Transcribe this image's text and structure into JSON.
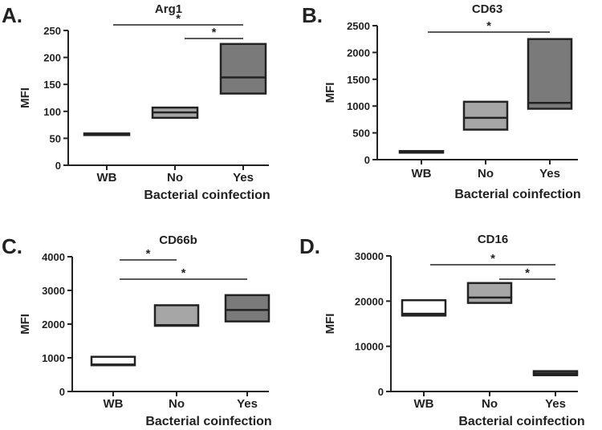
{
  "figure": {
    "panels": [
      {
        "letter": "A."
      },
      {
        "letter": "B."
      },
      {
        "letter": "C."
      },
      {
        "letter": "D."
      }
    ]
  },
  "chart_data": [
    {
      "type": "box",
      "title": "Arg1",
      "ylabel": "MFI",
      "xlabel": "Bacterial coinfection",
      "ylim": [
        0,
        250
      ],
      "yticks": [
        0,
        50,
        100,
        150,
        200,
        250
      ],
      "categories": [
        "WB",
        "No",
        "Yes"
      ],
      "boxes": [
        {
          "category": "WB",
          "q1": 57,
          "median": 58,
          "q3": 59,
          "fill": "#ffffff"
        },
        {
          "category": "No",
          "q1": 88,
          "median": 98,
          "q3": 107,
          "fill": "#a6a6a6"
        },
        {
          "category": "Yes",
          "q1": 133,
          "median": 163,
          "q3": 225,
          "fill": "#7a7a7a"
        }
      ],
      "significance": [
        {
          "from": "WB",
          "to": "Yes",
          "label": "*"
        },
        {
          "from": "No",
          "to": "Yes",
          "label": "*"
        }
      ]
    },
    {
      "type": "box",
      "title": "CD63",
      "ylabel": "MFI",
      "xlabel": "Bacterial coinfection",
      "ylim": [
        0,
        2500
      ],
      "yticks": [
        0,
        500,
        1000,
        1500,
        2000,
        2500
      ],
      "categories": [
        "WB",
        "No",
        "Yes"
      ],
      "boxes": [
        {
          "category": "WB",
          "q1": 140,
          "median": 150,
          "q3": 160,
          "fill": "#ffffff"
        },
        {
          "category": "No",
          "q1": 560,
          "median": 780,
          "q3": 1080,
          "fill": "#a6a6a6"
        },
        {
          "category": "Yes",
          "q1": 950,
          "median": 1060,
          "q3": 2250,
          "fill": "#7a7a7a"
        }
      ],
      "significance": [
        {
          "from": "WB",
          "to": "Yes",
          "label": "*"
        }
      ]
    },
    {
      "type": "box",
      "title": "CD66b",
      "ylabel": "MFI",
      "xlabel": "Bacterial coinfection",
      "ylim": [
        0,
        4000
      ],
      "yticks": [
        0,
        1000,
        2000,
        3000,
        4000
      ],
      "categories": [
        "WB",
        "No",
        "Yes"
      ],
      "boxes": [
        {
          "category": "WB",
          "q1": 780,
          "median": 800,
          "q3": 1030,
          "fill": "#ffffff"
        },
        {
          "category": "No",
          "q1": 1950,
          "median": 1970,
          "q3": 2560,
          "fill": "#a6a6a6"
        },
        {
          "category": "Yes",
          "q1": 2080,
          "median": 2420,
          "q3": 2860,
          "fill": "#7a7a7a"
        }
      ],
      "significance": [
        {
          "from": "WB",
          "to": "No",
          "label": "*"
        },
        {
          "from": "WB",
          "to": "Yes",
          "label": "*"
        }
      ]
    },
    {
      "type": "box",
      "title": "CD16",
      "ylabel": "MFI",
      "xlabel": "Bacterial coinfection",
      "ylim": [
        0,
        30000
      ],
      "yticks": [
        0,
        10000,
        20000,
        30000
      ],
      "categories": [
        "WB",
        "No",
        "Yes"
      ],
      "boxes": [
        {
          "category": "WB",
          "q1": 16800,
          "median": 17200,
          "q3": 20200,
          "fill": "#ffffff"
        },
        {
          "category": "No",
          "q1": 19600,
          "median": 20800,
          "q3": 24000,
          "fill": "#a6a6a6"
        },
        {
          "category": "Yes",
          "q1": 3600,
          "median": 4000,
          "q3": 4500,
          "fill": "#7a7a7a"
        }
      ],
      "significance": [
        {
          "from": "WB",
          "to": "Yes",
          "label": "*"
        },
        {
          "from": "No",
          "to": "Yes",
          "label": "*"
        }
      ]
    }
  ]
}
